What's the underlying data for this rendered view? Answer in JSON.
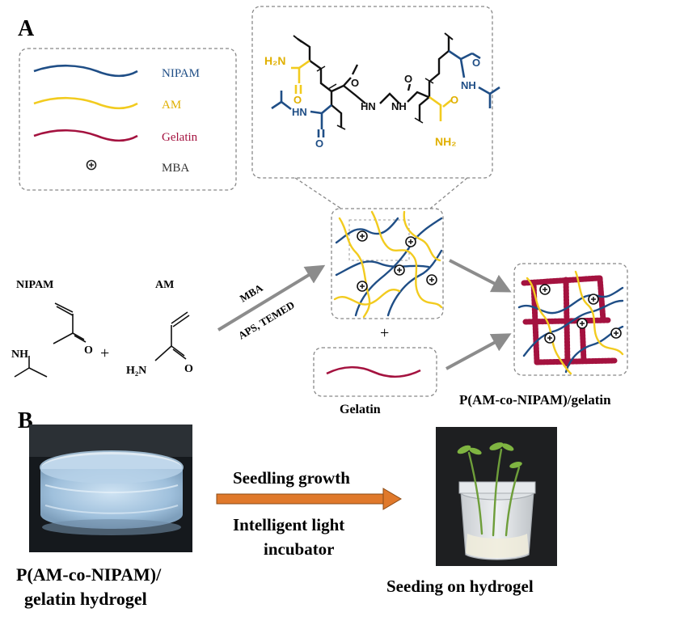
{
  "panel_a": {
    "label": "A",
    "legend": {
      "items": [
        {
          "label": "NIPAM",
          "color": "#1f4e86"
        },
        {
          "label": "AM",
          "color": "#f2cb1f"
        },
        {
          "label": "Gelatin",
          "color": "#a4123f"
        },
        {
          "label": "MBA",
          "color": "#333333"
        }
      ]
    },
    "structure": {
      "h2n": "H₂N",
      "nh2": "NH₂",
      "hn_left": "HN",
      "hn_mid": "HN",
      "nh_mid": "NH",
      "nh_right": "NH",
      "o1": "O",
      "o2": "O",
      "o3": "O",
      "o4": "O",
      "o5": "O",
      "o6": "O",
      "plus": "+"
    },
    "reactants": {
      "nipam": "NIPAM",
      "am": "AM",
      "nipam_nh": "NH",
      "nipam_o": "O",
      "am_h2n": "H₂N",
      "am_o": "O",
      "plus": "+"
    },
    "arrow_labels": {
      "top": "MBA",
      "bottom": "APS, TEMED"
    },
    "network_plus": "+",
    "gelatin_label": "Gelatin",
    "product_label": "P(AM-co-NIPAM)/gelatin"
  },
  "panel_b": {
    "label": "B",
    "hydrogel_caption_line1": "P(AM-co-NIPAM)/",
    "hydrogel_caption_line2": "gelatin hydrogel",
    "arrow_top": "Seedling growth",
    "arrow_bottom_line1": "Intelligent light",
    "arrow_bottom_line2": "incubator",
    "seedling_caption": "Seeding on hydrogel"
  },
  "colors": {
    "nipam": "#1f4e86",
    "am": "#f2cb1f",
    "gelatin": "#a4123f",
    "arrow_gray": "#8c8c8c",
    "arrow_orange": "#e0792b"
  }
}
